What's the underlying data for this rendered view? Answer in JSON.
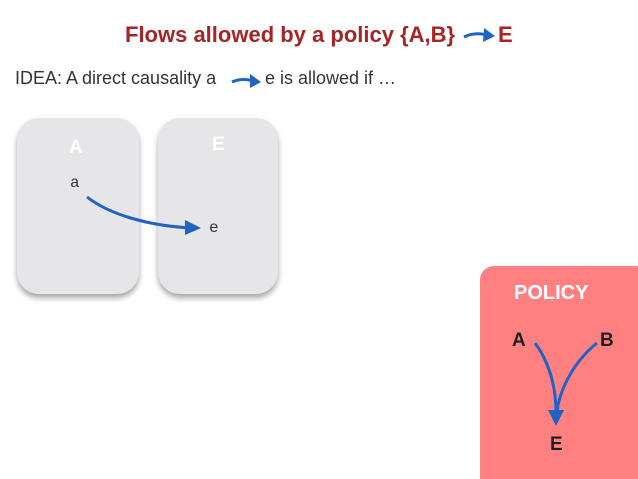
{
  "title": {
    "text": "Flows allowed by a policy {A,B}",
    "target": "E",
    "color": "#a62424"
  },
  "idea": {
    "prefix": "IDEA: A direct causality a",
    "suffix": "e is allowed if …"
  },
  "boxes": [
    {
      "label": "A",
      "variable": "a"
    },
    {
      "label": "E",
      "variable": "e"
    }
  ],
  "policy": {
    "title": "POLICY",
    "sources": [
      "A",
      "B"
    ],
    "target": "E",
    "background": "#ff8080"
  },
  "arrow_color": "#1f63c4",
  "box_color": "#e6e6e8"
}
